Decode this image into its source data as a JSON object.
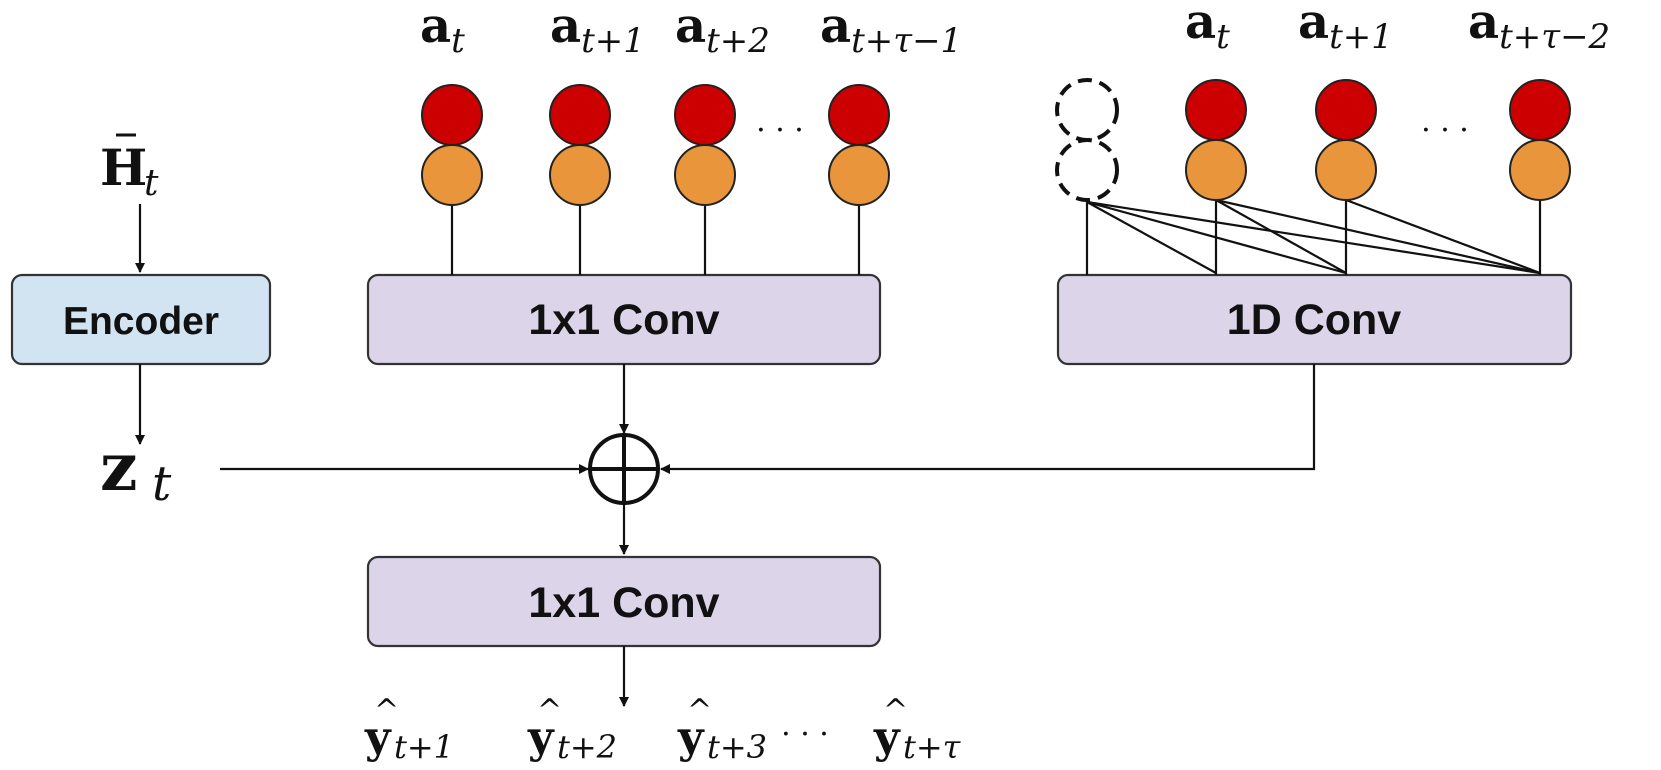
{
  "colors": {
    "encoder_fill": "#d2e3f2",
    "conv_fill": "#dcd5ea",
    "box_stroke": "#333333",
    "red_node": "#cc0000",
    "orange_node": "#e8953c",
    "line": "#111111"
  },
  "nodes": {
    "h_bar": {
      "base": "H",
      "sub": "t"
    },
    "z": {
      "base": "z",
      "sub": "t"
    },
    "encoder": {
      "label": "Encoder"
    },
    "conv_top": {
      "label": "1x1 Conv"
    },
    "conv_1d": {
      "label": "1D Conv"
    },
    "conv_bottom": {
      "label": "1x1 Conv"
    },
    "sum": {
      "symbol": "⊕",
      "icon": "circled-plus-icon"
    }
  },
  "left_inputs": [
    {
      "base": "a",
      "sub": "t"
    },
    {
      "base": "a",
      "sub": "t+1"
    },
    {
      "base": "a",
      "sub": "t+2"
    },
    {
      "base": "a",
      "sub": "t+τ−1"
    }
  ],
  "right_inputs": [
    {
      "base": "a",
      "sub": "t"
    },
    {
      "base": "a",
      "sub": "t+1"
    },
    {
      "base": "a",
      "sub": "t+τ−2"
    }
  ],
  "outputs": [
    {
      "base": "y",
      "sub": "t+1"
    },
    {
      "base": "y",
      "sub": "t+2"
    },
    {
      "base": "y",
      "sub": "t+3"
    },
    {
      "base": "y",
      "sub": "t+τ"
    }
  ],
  "ellipsis": "· · ·"
}
